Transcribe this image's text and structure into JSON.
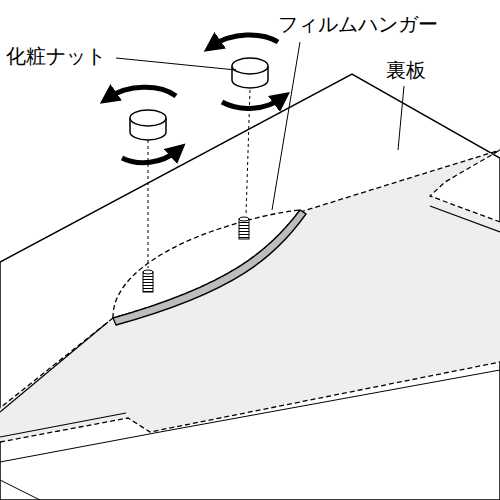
{
  "diagram": {
    "labels": [
      "化粧ナット",
      "フィルムハンガー",
      "裏板"
    ]
  }
}
